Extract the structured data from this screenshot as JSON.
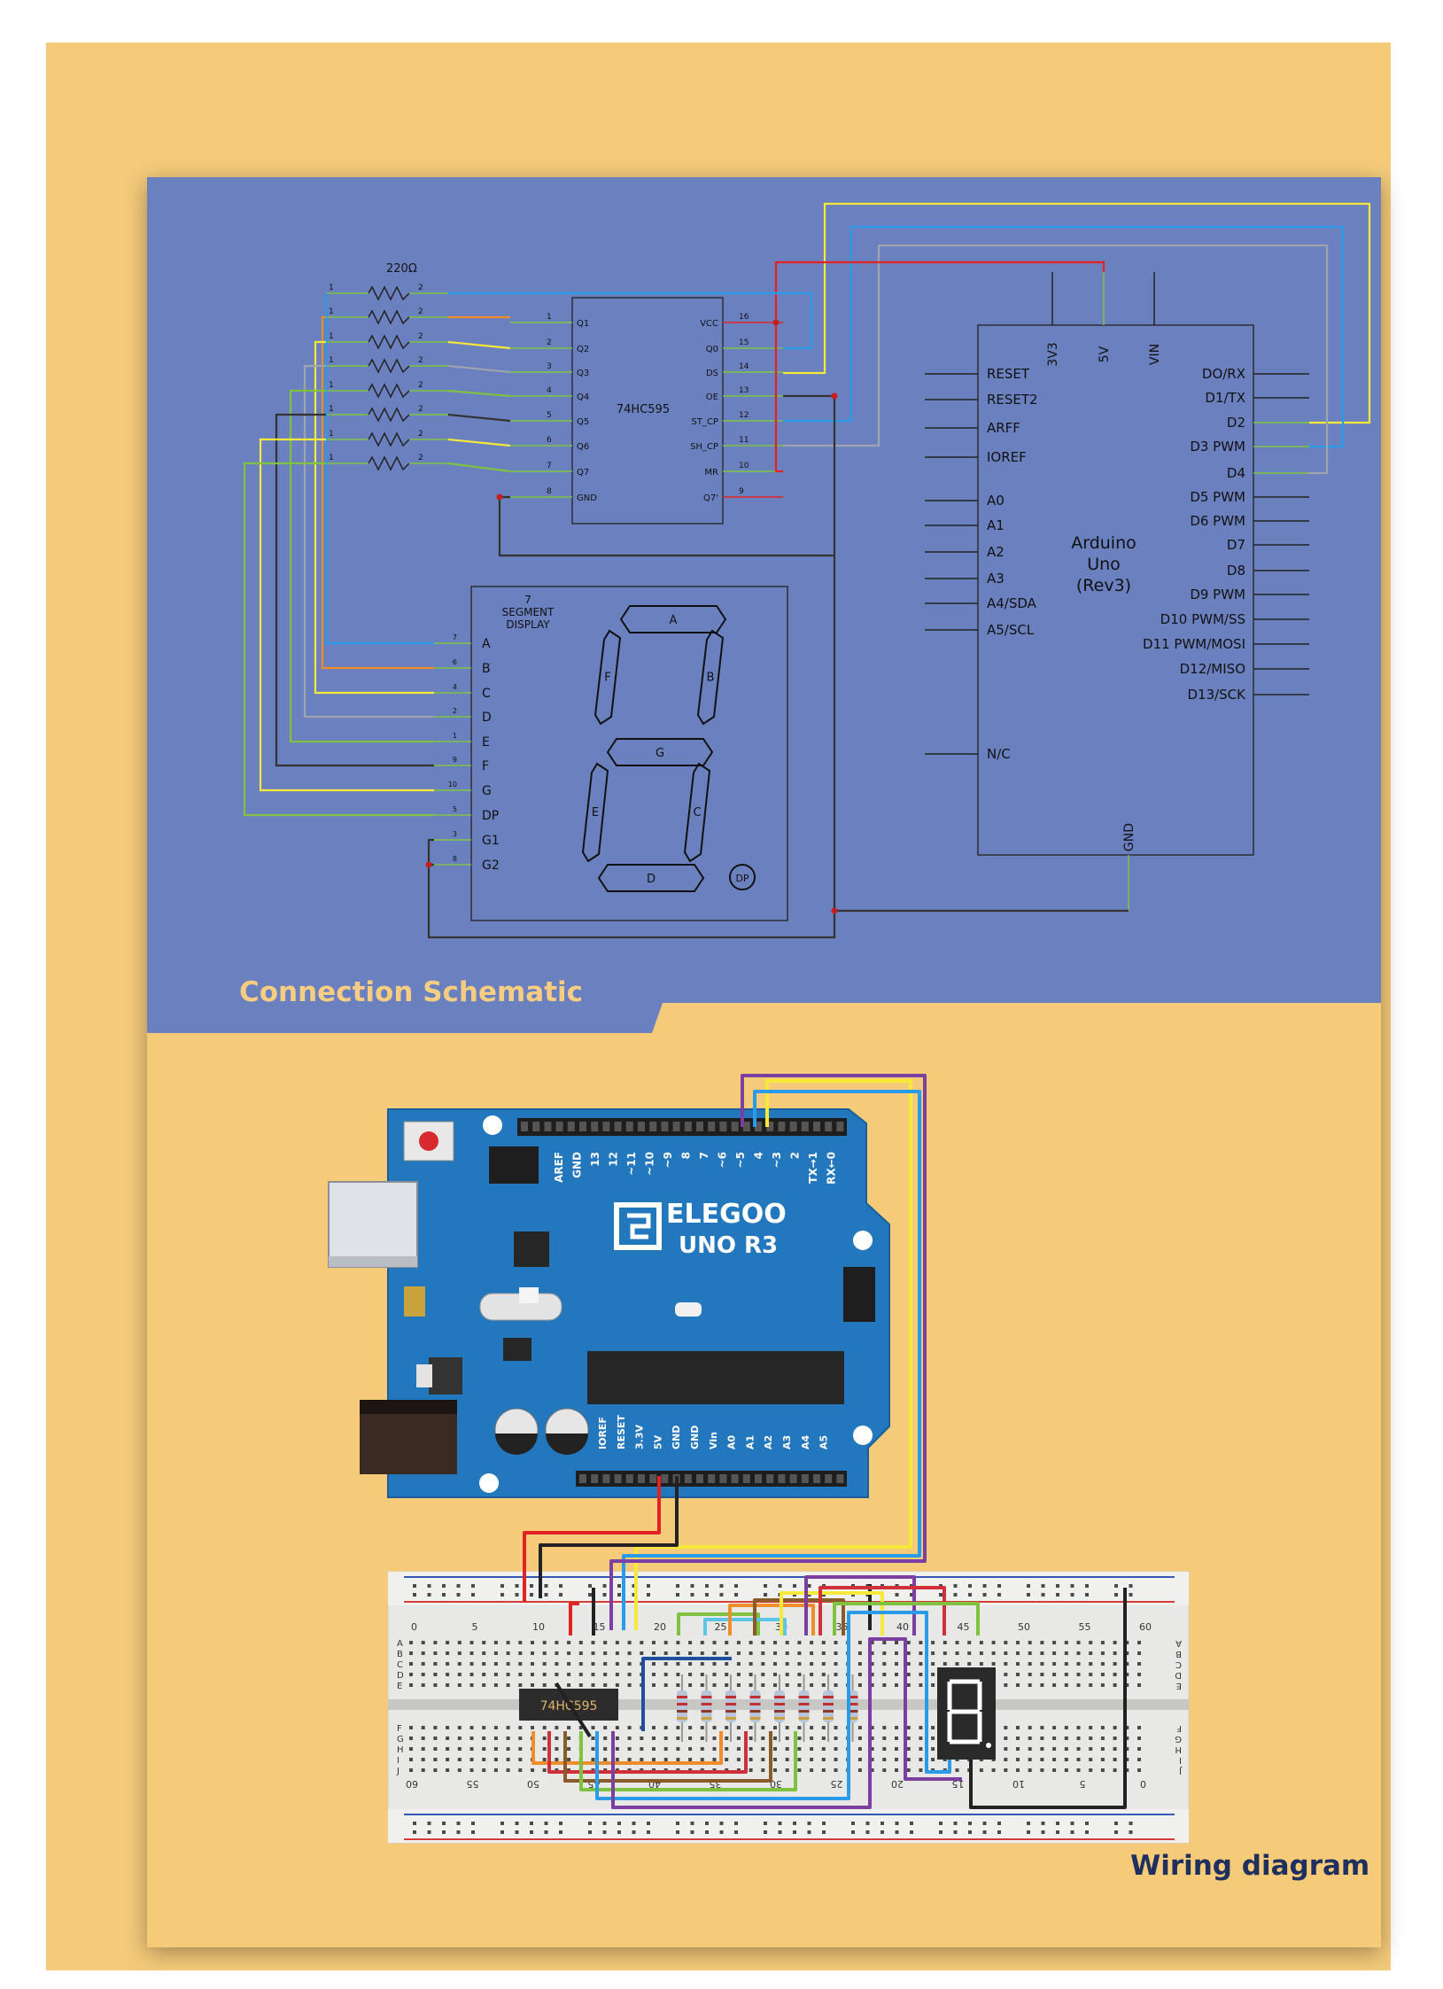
{
  "schematic": {
    "title": "Connection Schematic",
    "resistor_value": "220Ω",
    "resistor_pin_a": "1",
    "resistor_pin_b": "2",
    "ic": {
      "name": "74HC595",
      "left_pins": [
        {
          "num": "1",
          "label": "Q1"
        },
        {
          "num": "2",
          "label": "Q2"
        },
        {
          "num": "3",
          "label": "Q3"
        },
        {
          "num": "4",
          "label": "Q4"
        },
        {
          "num": "5",
          "label": "Q5"
        },
        {
          "num": "6",
          "label": "Q6"
        },
        {
          "num": "7",
          "label": "Q7"
        },
        {
          "num": "8",
          "label": "GND"
        }
      ],
      "right_pins": [
        {
          "num": "16",
          "label": "VCC"
        },
        {
          "num": "15",
          "label": "Q0"
        },
        {
          "num": "14",
          "label": "DS"
        },
        {
          "num": "13",
          "label": "OE"
        },
        {
          "num": "12",
          "label": "ST_CP"
        },
        {
          "num": "11",
          "label": "SH_CP"
        },
        {
          "num": "10",
          "label": "MR"
        },
        {
          "num": "9",
          "label": "Q7'"
        }
      ]
    },
    "display": {
      "title_line1": "7",
      "title_line2": "SEGMENT",
      "title_line3": "DISPLAY",
      "pins": [
        {
          "num": "7",
          "label": "A"
        },
        {
          "num": "6",
          "label": "B"
        },
        {
          "num": "4",
          "label": "C"
        },
        {
          "num": "2",
          "label": "D"
        },
        {
          "num": "1",
          "label": "E"
        },
        {
          "num": "9",
          "label": "F"
        },
        {
          "num": "10",
          "label": "G"
        },
        {
          "num": "5",
          "label": "DP"
        },
        {
          "num": "3",
          "label": "G1"
        },
        {
          "num": "8",
          "label": "G2"
        }
      ],
      "segments": [
        "A",
        "B",
        "C",
        "D",
        "E",
        "F",
        "G",
        "DP"
      ]
    },
    "arduino": {
      "name_line1": "Arduino",
      "name_line2": "Uno",
      "name_line3": "(Rev3)",
      "top_pins": [
        "3V3",
        "5V",
        "VIN"
      ],
      "bottom_pin": "GND",
      "left_pins": [
        "RESET",
        "RESET2",
        "ARFF",
        "IOREF",
        "A0",
        "A1",
        "A2",
        "A3",
        "A4/SDA",
        "A5/SCL",
        "N/C"
      ],
      "right_pins": [
        "DO/RX",
        "D1/TX",
        "D2",
        "D3 PWM",
        "D4",
        "D5 PWM",
        "D6 PWM",
        "D7",
        "D8",
        "D9 PWM",
        "D10 PWM/SS",
        "D11 PWM/MOSI",
        "D12/MISO",
        "D13/SCK"
      ]
    }
  },
  "wiring": {
    "title": "Wiring diagram",
    "board_brand": "ELEGOO",
    "board_model": "UNO R3",
    "top_header_labels": [
      "AREF",
      "GND",
      "13",
      "12",
      "~11",
      "~10",
      "~9",
      "8",
      "7",
      "~6",
      "~5",
      "4",
      "~3",
      "2",
      "TX→1",
      "RX←0"
    ],
    "bottom_header_labels": [
      "IOREF",
      "RESET",
      "3.3V",
      "5V",
      "GND",
      "GND",
      "Vin",
      "A0",
      "A1",
      "A2",
      "A3",
      "A4",
      "A5"
    ],
    "chip_label": "74HC595",
    "breadboard_top_numbers": [
      "0",
      "5",
      "10",
      "15",
      "20",
      "25",
      "30",
      "35",
      "40",
      "45",
      "50",
      "55",
      "60"
    ],
    "breadboard_bottom_numbers": [
      "60",
      "55",
      "50",
      "45",
      "40",
      "35",
      "30",
      "25",
      "20",
      "15",
      "10",
      "5",
      "0"
    ],
    "breadboard_rows_left": [
      "A",
      "B",
      "C",
      "D",
      "E",
      "F",
      "G",
      "H",
      "I",
      "J"
    ]
  },
  "colors": {
    "page_background": "#f5cb7a",
    "schematic_background": "#6b80bf",
    "title_schematic": "#f7cd82",
    "title_wiring": "#1f2f5e",
    "board_blue": "#2277bd",
    "wire_red": "#e02424",
    "wire_yellow": "#f6e93a",
    "wire_blue": "#2a9be8",
    "wire_gray": "#9ea3ad",
    "wire_black": "#222222",
    "wire_green": "#7ec240",
    "wire_orange": "#f08c2a",
    "wire_purple": "#7a3fa0"
  }
}
